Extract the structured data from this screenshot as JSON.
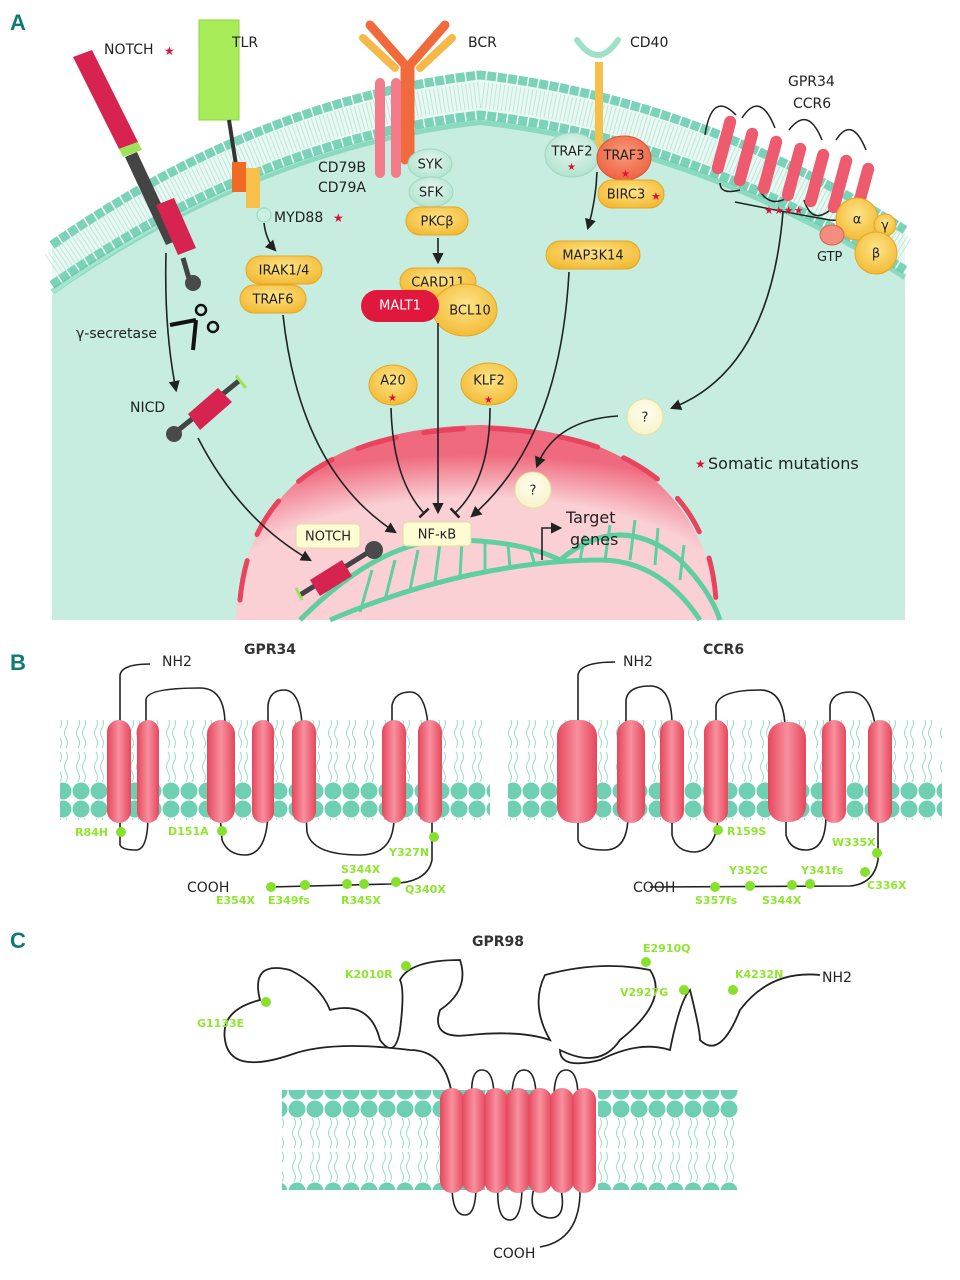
{
  "panels": {
    "a": {
      "letter": "A",
      "receptors": {
        "notch": "NOTCH",
        "tlr": "TLR",
        "bcr": "BCR",
        "cd40": "CD40",
        "gpr34": "GPR34",
        "ccr6": "CCR6",
        "cd79b": "CD79B",
        "cd79a": "CD79A"
      },
      "nodes": {
        "myd88": "MYD88",
        "irak": "IRAK1/4",
        "traf6": "TRAF6",
        "syk": "SYK",
        "sfk": "SFK",
        "pkcb": "PKCβ",
        "card11": "CARD11",
        "malt1": "MALT1",
        "bcl10": "BCL10",
        "traf2": "TRAF2",
        "traf3": "TRAF3",
        "birc3": "BIRC3",
        "map3k14": "MAP3K14",
        "a20": "A20",
        "klf2": "KLF2",
        "unknown1": "?",
        "unknown2": "?",
        "g_alpha": "α",
        "g_beta": "β",
        "g_gamma": "γ",
        "gtp": "GTP",
        "nfkb": "NF-κB",
        "notch_nuc": "NOTCH",
        "nicd": "NICD",
        "gamma_secretase": "γ-secretase",
        "target_genes_1": "Target",
        "target_genes_2": "genes"
      },
      "legend": {
        "star": "★",
        "text": "Somatic mutations"
      }
    },
    "b": {
      "letter": "B",
      "gpr34": {
        "title": "GPR34",
        "nterm": "NH2",
        "cterm": "COOH",
        "mutations": [
          "R84H",
          "D151A",
          "Y327N",
          "S344X",
          "Q340X",
          "R345X",
          "E349fs",
          "E354X"
        ]
      },
      "ccr6": {
        "title": "CCR6",
        "nterm": "NH2",
        "cterm": "COOH",
        "mutations": [
          "R159S",
          "W335X",
          "C336X",
          "Y341fs",
          "S344X",
          "Y352C",
          "S357fs"
        ]
      }
    },
    "c": {
      "letter": "C",
      "gpr98": {
        "title": "GPR98",
        "nterm": "NH2",
        "cterm": "COOH",
        "mutations": [
          "G1133E",
          "K2010R",
          "E2910Q",
          "V2927G",
          "K4232N"
        ]
      }
    }
  },
  "colors": {
    "cytoplasm": "#c6ede0",
    "membrane_head": "#7ad3b8",
    "nucleus": "#f7c3c9",
    "nucleus_edge": "#e8445e",
    "helix": "#ee5a6e",
    "node_yellow": "#f6c848",
    "node_green": "#c8efdf",
    "malt1": "#e0183e",
    "mutation_dot": "#86e02c",
    "star": "#e0103c",
    "panel_letter": "#0e7a73"
  }
}
